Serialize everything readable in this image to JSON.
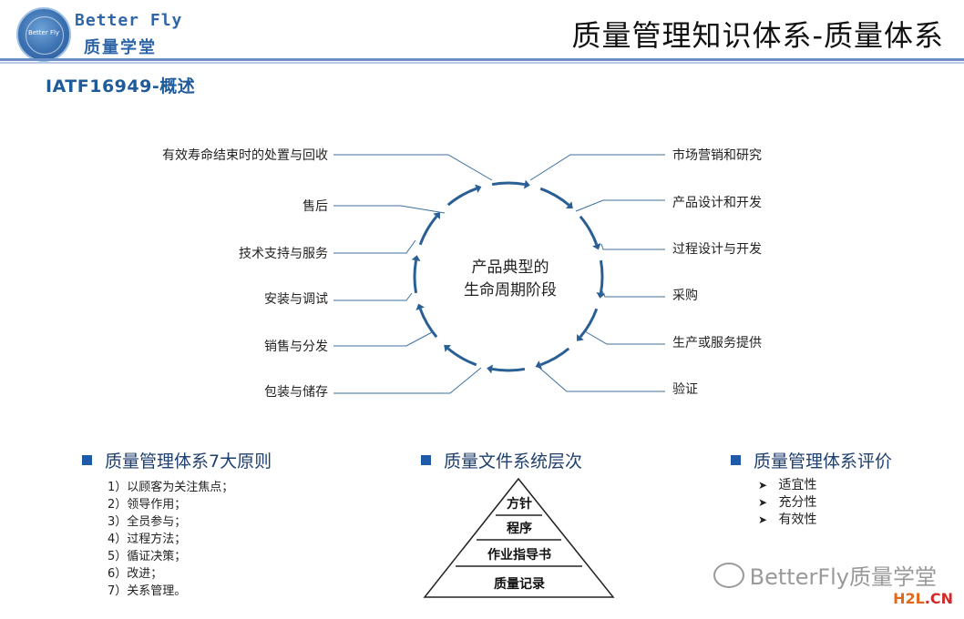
{
  "header": {
    "logo_name_en": "Better Fly",
    "logo_name_cn": "质量学堂",
    "title": "质量管理知识体系-质量体系"
  },
  "subtitle": "IATF16949-概述",
  "lifecycle": {
    "center_line1": "产品典型的",
    "center_line2": "生命周期阶段",
    "left_labels": [
      "有效寿命结束时的处置与回收",
      "售后",
      "技术支持与服务",
      "安装与调试",
      "销售与分发",
      "包装与储存"
    ],
    "right_labels": [
      "市场营销和研究",
      "产品设计和开发",
      "过程设计与开发",
      "采购",
      "生产或服务提供",
      "验证"
    ],
    "circle_color": "#2a5f95"
  },
  "principles": {
    "heading": "质量管理体系7大原则",
    "items": [
      "1）以顾客为关注焦点；",
      "2）领导作用；",
      "3）全员参与；",
      "4）过程方法；",
      "5）循证决策；",
      "6）改进；",
      "7）关系管理。"
    ]
  },
  "documents": {
    "heading": "质量文件系统层次",
    "levels": [
      "方针",
      "程序",
      "作业指导书",
      "质量记录"
    ]
  },
  "evaluation": {
    "heading": "质量管理体系评价",
    "items": [
      "适宜性",
      "充分性",
      "有效性"
    ]
  },
  "watermark": {
    "text": "BetterFly质量学堂",
    "corner_a": "H2L",
    "corner_b": ".CN"
  },
  "colors": {
    "accent": "#1f5aa8",
    "title_blue": "#2f66a8",
    "rule": "#6b8fc7"
  }
}
